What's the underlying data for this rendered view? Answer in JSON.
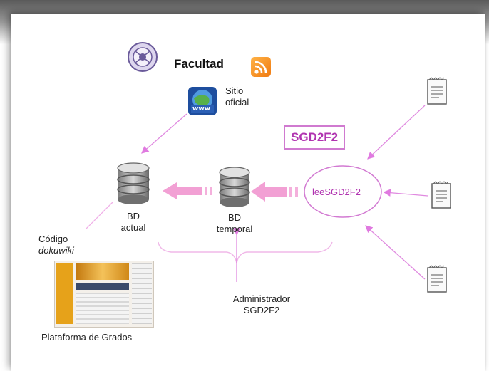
{
  "facultad": {
    "title": "Facultad"
  },
  "sitio": {
    "line1": "Sitio",
    "line2": "oficial"
  },
  "sgd_box": "SGD2F2",
  "lee": "leeSGD2F2",
  "bd_actual": {
    "line1": "BD",
    "line2": "actual"
  },
  "bd_temporal": {
    "line1": "BD",
    "line2": "temporal"
  },
  "codigo": {
    "line1": "Código",
    "line2": "dokuwiki"
  },
  "admin": {
    "line1": "Administrador",
    "line2": "SGD2F2"
  },
  "plataforma": "Plataforma de Grados",
  "icons": [
    "seal-icon",
    "rss-icon",
    "www-globe-icon",
    "database-icon",
    "document-icon",
    "website-thumbnail"
  ],
  "colors": {
    "accent": "#b033b0",
    "arrow": "#f2a6d8",
    "line": "#e08ae0"
  }
}
